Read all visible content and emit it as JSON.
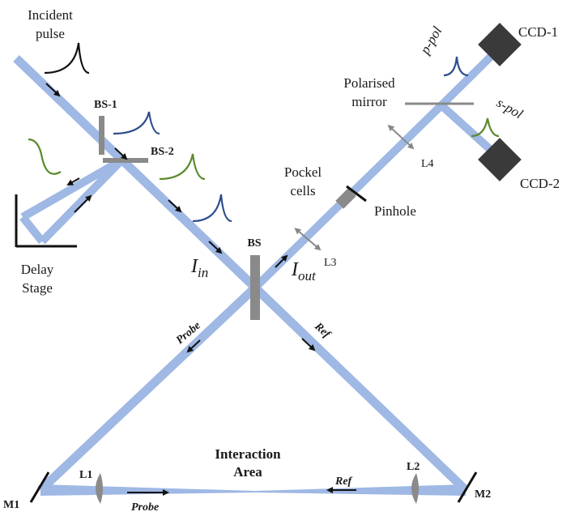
{
  "labels": {
    "incident_line1": "Incident",
    "incident_line2": "pulse",
    "bs1": "BS-1",
    "bs2": "BS-2",
    "delay_line1": "Delay",
    "delay_line2": "Stage",
    "bs": "BS",
    "i_in_main": "I",
    "i_in_sub": "in",
    "i_out_main": "I",
    "i_out_sub": "out",
    "pockel_line1": "Pockel",
    "pockel_line2": "cells",
    "pinhole": "Pinhole",
    "l3": "L3",
    "l4": "L4",
    "polarised_line1": "Polarised",
    "polarised_line2": "mirror",
    "p_pol": "p-pol",
    "s_pol": "s-pol",
    "ccd1": "CCD-1",
    "ccd2": "CCD-2",
    "probe_diag": "Probe",
    "ref_diag": "Ref",
    "interaction_line1": "Interaction",
    "interaction_line2": "Area",
    "ref_bottom": "Ref",
    "probe_bottom": "Probe",
    "m1": "M1",
    "m2": "M2",
    "l1": "L1",
    "l2": "L2"
  },
  "colors": {
    "beam": "#9fb8e4",
    "pulse_black": "#111111",
    "pulse_blue": "#2e4e8e",
    "pulse_green": "#5b8a2e",
    "optic_gray": "#8a8a8a",
    "detector": "#3a3a3a"
  }
}
